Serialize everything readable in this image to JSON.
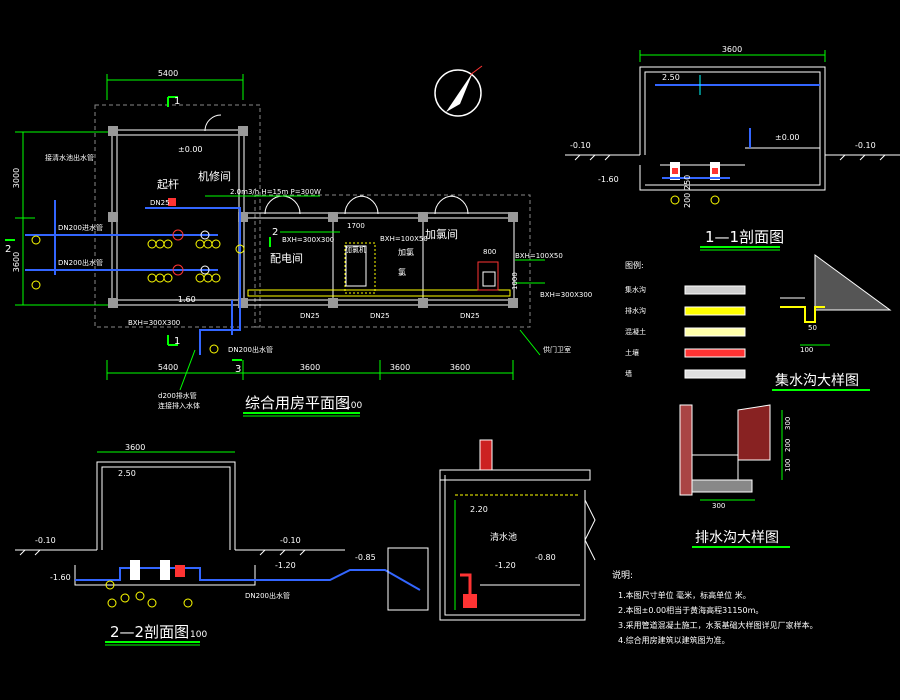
{
  "plan": {
    "title": "综合用房平面图",
    "scale": "100",
    "dim_top": "5400",
    "dim_bottom_left": "5400",
    "dim_bottom": [
      "3600",
      "3600",
      "3600"
    ],
    "dim_left": [
      "3000",
      "3600"
    ],
    "rooms": {
      "repair": "机修间",
      "dosing": "加氯间",
      "distribution": "配电间",
      "crane": "起杆",
      "chlorinator": "加氯机",
      "chlorine": "加氯",
      "chlorine_room": "氯"
    },
    "labels": {
      "elev": "±0.00",
      "elev_low": "-1.60",
      "pump_spec": "2.0m3/h  H=15m  P=300W",
      "trench1": "BXH=300X300",
      "trench2": "BXH=300X300",
      "trench3": "BXH=100X50",
      "trench4": "BXH=100X50",
      "trench5": "BXH=300X300",
      "dn25": [
        "DN25",
        "DN25",
        "DN25",
        "DN25"
      ],
      "dn200_a": "DN200进水管",
      "dn200_b": "DN200出水管",
      "dn200_c": "DN200出水管",
      "dn200_d": "d200排水管",
      "dn200_note": "连接排入水体",
      "from_water": "接清水池出水管",
      "to_room": "供门卫室",
      "dim_1700": "1700",
      "dim_800": "800",
      "dim_1000": "1000",
      "sec_1": "1",
      "sec_2": "2",
      "sec_3": "3"
    }
  },
  "section11": {
    "title": "1—1剖面图",
    "dim": "3600",
    "elev": [
      "2.50",
      "-0.10",
      "±0.00",
      "-1.60",
      "-0.10"
    ],
    "dims_v": [
      "250",
      "200"
    ]
  },
  "section22": {
    "title": "2—2剖面图",
    "scale": "100",
    "dim": "3600",
    "elev": [
      "2.50",
      "-0.10",
      "-1.60",
      "-1.20",
      "-0.10",
      "-0.85",
      "-1.20",
      "-0.80",
      "2.20"
    ],
    "pipe_label": "DN200出水管",
    "tank_label": "清水池"
  },
  "legend": {
    "heading": "图例:",
    "items": [
      "集水沟",
      "排水沟",
      "混凝土",
      "土壤",
      "墙"
    ],
    "colors": [
      "#cfcfcf",
      "#ffff00",
      "#ffffaa",
      "#ff3333",
      "#e0e0e0"
    ]
  },
  "detail_collect": {
    "title": "集水沟大样图",
    "dims": [
      "50",
      "100"
    ]
  },
  "detail_drain": {
    "title": "排水沟大样图",
    "dims": [
      "300",
      "200",
      "100",
      "300"
    ]
  },
  "notes": {
    "heading": "说明:",
    "lines": [
      "1.本图尺寸单位 毫米，标高单位 米。",
      "2.本图±0.00相当于黄海高程31150m。",
      "3.采用管道混凝土施工，水泵基础大样图详见厂家样本。",
      "4.综合用房建筑以建筑图为准。"
    ]
  },
  "compass_icon": "north-arrow-icon"
}
